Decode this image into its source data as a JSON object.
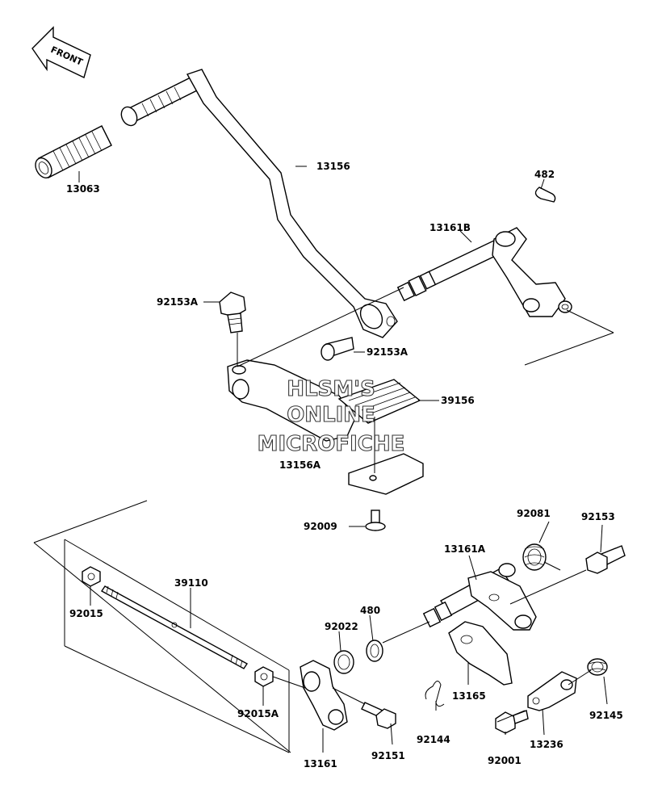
{
  "front_arrow": {
    "label": "FRONT"
  },
  "watermark": {
    "line1": "HLSM'S",
    "line2": "ONLINE",
    "line3": "MICROFICHE"
  },
  "parts": [
    {
      "id": "p13063",
      "number": "13063"
    },
    {
      "id": "p13156",
      "number": "13156"
    },
    {
      "id": "p482",
      "number": "482"
    },
    {
      "id": "p13161B",
      "number": "13161B"
    },
    {
      "id": "p92153A_a",
      "number": "92153A"
    },
    {
      "id": "p92153A_b",
      "number": "92153A"
    },
    {
      "id": "p39156",
      "number": "39156"
    },
    {
      "id": "p13156A",
      "number": "13156A"
    },
    {
      "id": "p92009",
      "number": "92009"
    },
    {
      "id": "p92081",
      "number": "92081"
    },
    {
      "id": "p92153",
      "number": "92153"
    },
    {
      "id": "p13161A",
      "number": "13161A"
    },
    {
      "id": "p39110",
      "number": "39110"
    },
    {
      "id": "p92015",
      "number": "92015"
    },
    {
      "id": "p480",
      "number": "480"
    },
    {
      "id": "p92022",
      "number": "92022"
    },
    {
      "id": "p13165",
      "number": "13165"
    },
    {
      "id": "p92015A",
      "number": "92015A"
    },
    {
      "id": "p92144",
      "number": "92144"
    },
    {
      "id": "p92145",
      "number": "92145"
    },
    {
      "id": "p13236",
      "number": "13236"
    },
    {
      "id": "p92151",
      "number": "92151"
    },
    {
      "id": "p13161",
      "number": "13161"
    },
    {
      "id": "p92001",
      "number": "92001"
    }
  ]
}
